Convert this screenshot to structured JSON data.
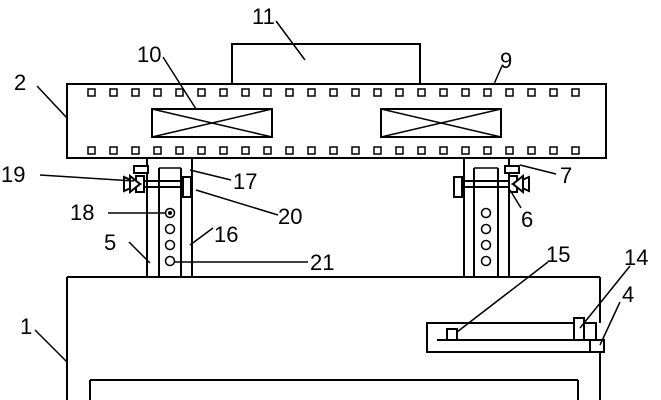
{
  "labels": {
    "l1": "1",
    "l2": "2",
    "l4": "4",
    "l5": "5",
    "l6": "6",
    "l7": "7",
    "l9": "9",
    "l10": "10",
    "l11": "11",
    "l14": "14",
    "l15": "15",
    "l16": "16",
    "l17": "17",
    "l18": "18",
    "l19": "19",
    "l20": "20",
    "l21": "21"
  }
}
